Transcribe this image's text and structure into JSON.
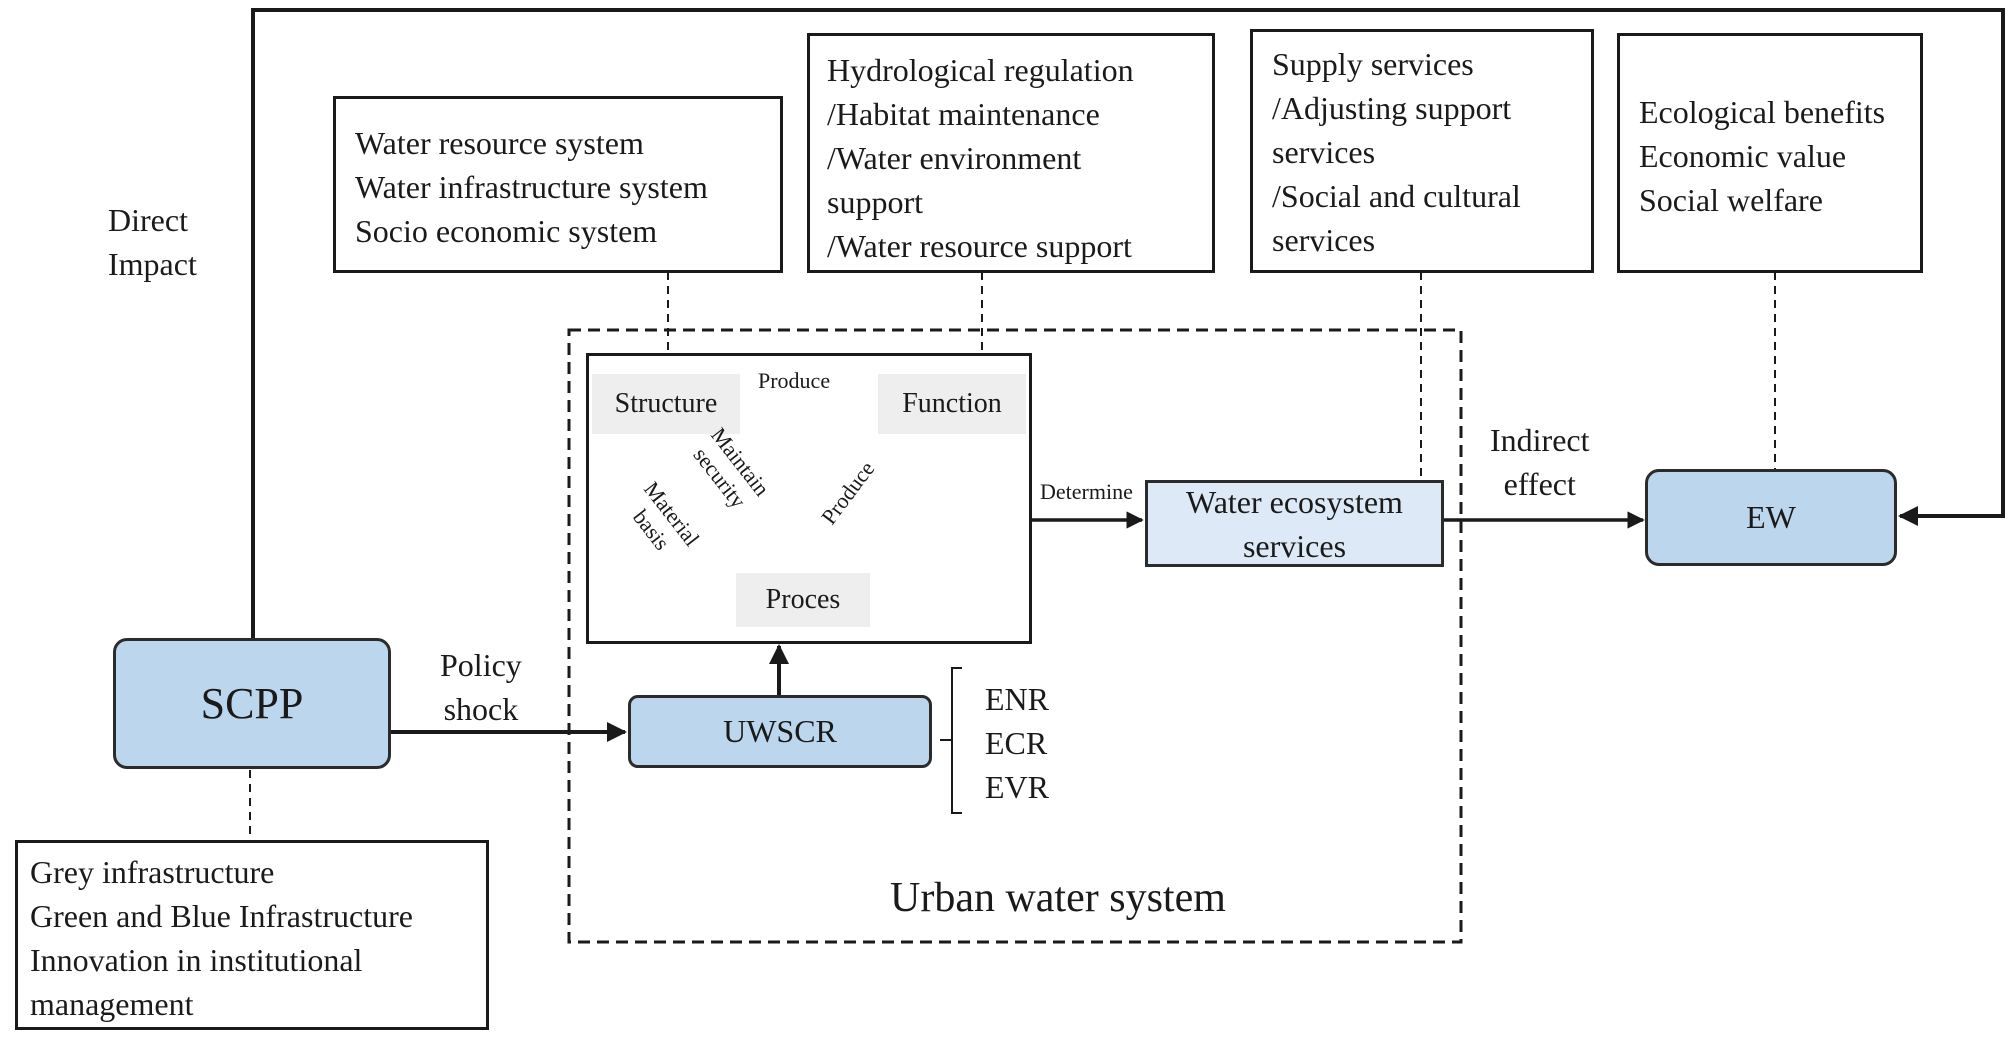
{
  "direct_impact_label": [
    "Direct",
    "Impact"
  ],
  "box_structure_systems": [
    "Water resource system",
    "Water infrastructure system",
    "Socio economic system"
  ],
  "box_functions": [
    "Hydrological regulation",
    "/Habitat maintenance",
    "/Water environment",
    "support",
    "/Water resource support"
  ],
  "box_services": [
    "Supply services",
    "/Adjusting support",
    "services",
    "/Social and cultural",
    "services"
  ],
  "box_benefits": [
    "Ecological benefits",
    "Economic value",
    "Social welfare"
  ],
  "inner": {
    "structure": "Structure",
    "function": "Function",
    "process": "Proces",
    "produce_top": "Produce",
    "produce_diag": "Produce",
    "maintain_security": [
      "Maintain",
      "security"
    ],
    "material_basis": [
      "Material",
      "basis"
    ]
  },
  "determine_label": "Determine",
  "water_ecosystem_services": [
    "Water ecosystem",
    "services"
  ],
  "indirect_effect_label": [
    "Indirect",
    "effect"
  ],
  "ew": "EW",
  "scpp": "SCPP",
  "policy_shock_label": [
    "Policy",
    "shock"
  ],
  "uwscr": "UWSCR",
  "uwscr_components": [
    "ENR",
    "ECR",
    "EVR"
  ],
  "urban_water_system": "Urban water system",
  "box_infrastructure": [
    "Grey infrastructure",
    "Green and Blue Infrastructure",
    "Innovation in institutional",
    "management"
  ],
  "colors": {
    "node_blue": "#bcd6ee",
    "node_light_blue": "#dde9f6",
    "inner_grey": "#eeeeee",
    "stroke": "#1a1a1a"
  }
}
